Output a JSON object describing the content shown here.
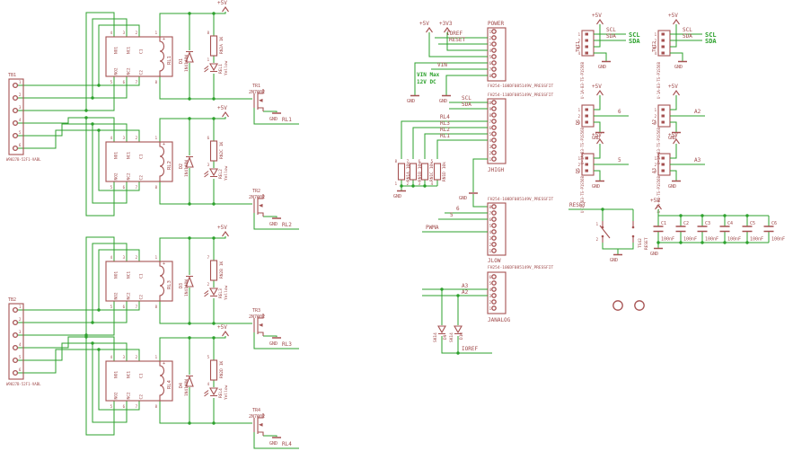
{
  "colors": {
    "wire_green": "#2da12d",
    "component_maroon": "#a65252",
    "label_maroon": "#9f4a4a",
    "background": "#ffffff"
  },
  "left": {
    "terminal_blocks": [
      {
        "ref": "TB1",
        "part": "W9827B-52F1-VABL",
        "pins": [
          "1",
          "2",
          "3",
          "4",
          "5",
          "6"
        ]
      },
      {
        "ref": "TB2",
        "part": "W9827B-52F1-VABL",
        "pins": [
          "1",
          "2",
          "3",
          "4",
          "5",
          "6"
        ]
      }
    ],
    "supply": {
      "p5v": "+5V",
      "gnd": "GND"
    },
    "relay_pin_labels": {
      "no1": "NO1",
      "nc1": "NC1",
      "c1": "C1",
      "no2": "NO2",
      "nc2": "NC2",
      "c2": "C2",
      "plus": "+"
    },
    "relay_pin_numbers": {
      "top": [
        "4",
        "3",
        "2"
      ],
      "bottom": [
        "5",
        "6",
        "7"
      ],
      "coil_top": "1",
      "coil_bottom": "8"
    },
    "channels": [
      {
        "relay": "RL1",
        "diode_ref": "D1",
        "diode_value": "1N4148W",
        "res_ref": "RN2A",
        "res_value": "1K",
        "res_pin_top": "8",
        "res_pin_bottom": "1",
        "led_ref": "REL1",
        "led_value": "Yellow",
        "tr_ref": "TR1",
        "tr_value": "2N7002",
        "net": "RL1"
      },
      {
        "relay": "RL2",
        "diode_ref": "D2",
        "diode_value": "1N4148W",
        "res_ref": "RN2C",
        "res_value": "1K",
        "res_pin_top": "6",
        "res_pin_bottom": "3",
        "led_ref": "REL2",
        "led_value": "Yellow",
        "tr_ref": "TR2",
        "tr_value": "2N7002",
        "net": "RL2"
      },
      {
        "relay": "RL3",
        "diode_ref": "D3",
        "diode_value": "1N4148W",
        "res_ref": "RN2B",
        "res_value": "1K",
        "res_pin_top": "7",
        "res_pin_bottom": "2",
        "led_ref": "REL3",
        "led_value": "Yellow",
        "tr_ref": "TR3",
        "tr_value": "2N7002",
        "net": "RL3"
      },
      {
        "relay": "RL4",
        "diode_ref": "D4",
        "diode_value": "1N4148W",
        "res_ref": "RN2D",
        "res_value": "1K",
        "res_pin_top": "5",
        "res_pin_bottom": "4",
        "led_ref": "REL4",
        "led_value": "Yellow",
        "tr_ref": "TR4",
        "tr_value": "2N7002",
        "net": "RL4"
      }
    ]
  },
  "middle": {
    "power": {
      "name": "POWER",
      "part": "FH254-108DF085149V_PRESSFIT",
      "pin_numbers": [
        "1",
        "2",
        "3",
        "4",
        "5",
        "6",
        "7",
        "8"
      ],
      "ioref": "IOREF",
      "reset": "RESET",
      "p3v3": "+3V3",
      "p5v": "+5V",
      "vin": "VIN",
      "vin_note_1": "VIN Max",
      "vin_note_2": "12V DC",
      "gnd": "GND"
    },
    "jhigh": {
      "name": "JHIGH",
      "part": "FH254-110DF085149V_PRESSFIT",
      "pin_numbers": [
        "10",
        "9",
        "8",
        "7",
        "6",
        "5",
        "4",
        "3",
        "2",
        "1"
      ],
      "scl": "SCL",
      "sda": "SDA",
      "nets": [
        "RL4",
        "RL3",
        "RL2",
        "RL1"
      ],
      "gnd": "GND"
    },
    "pull_resistors": [
      {
        "ref": "RN1A",
        "value": "10k",
        "pin_top": "8",
        "pin_bottom": "1"
      },
      {
        "ref": "RN1B",
        "value": "10k",
        "pin_top": "7",
        "pin_bottom": "2"
      },
      {
        "ref": "RN1C",
        "value": "10k",
        "pin_top": "6",
        "pin_bottom": "3"
      },
      {
        "ref": "RN1D",
        "value": "10k",
        "pin_top": "5",
        "pin_bottom": "4"
      }
    ],
    "pull_gnd": "GND",
    "jlow": {
      "name": "JLOW",
      "part": "FH254-108DF085149V_PRESSFIT",
      "pin_numbers": [
        "8",
        "7",
        "6",
        "5",
        "4",
        "3",
        "2",
        "1"
      ],
      "net6": "6",
      "net5": "5",
      "pwma": "PWMA",
      "gnd": "GND"
    },
    "janalog": {
      "name": "JANALOG",
      "part": "FH254-106DF085149V_PRESSFIT",
      "pin_numbers": [
        "6",
        "5",
        "4",
        "3",
        "2",
        "1"
      ],
      "a3": "A3",
      "a2": "A2",
      "ioref": "IOREF"
    },
    "clamp_diodes": [
      {
        "ref": "D9",
        "value": "SK14"
      },
      {
        "ref": "D10",
        "value": "SK14"
      }
    ]
  },
  "right": {
    "p5v": "+5V",
    "gnd": "GND",
    "header_part": "U-1A-B3-TS-P1S56B",
    "twi": [
      {
        "ref": "TWI1"
      },
      {
        "ref": "TWI2"
      }
    ],
    "twi_pin_numbers": [
      "1",
      "2",
      "3",
      "4"
    ],
    "twi_scl": "SCL",
    "twi_sda": "SDA",
    "scl_bold": "SCL",
    "sda_bold": "SDA",
    "signal_headers": [
      {
        "ref": "D6",
        "net": "6"
      },
      {
        "ref": "D5",
        "net": "5"
      },
      {
        "ref": "A2",
        "net": "A2"
      },
      {
        "ref": "A3",
        "net": "A3"
      }
    ],
    "header_pin_numbers": [
      "1",
      "2",
      "3"
    ],
    "reset": {
      "net": "RESET",
      "ref": "RESET",
      "value": "TS42",
      "pin1": "1",
      "pin2": "2",
      "gnd": "GND"
    },
    "caps": {
      "p5v": "+5V",
      "gnd": "GND",
      "items": [
        {
          "ref": "C1",
          "value": "100nF"
        },
        {
          "ref": "C2",
          "value": "100nF"
        },
        {
          "ref": "C3",
          "value": "100nF"
        },
        {
          "ref": "C4",
          "value": "100nF"
        },
        {
          "ref": "C5",
          "value": "100nF"
        },
        {
          "ref": "C6",
          "value": "100nF"
        }
      ]
    }
  }
}
